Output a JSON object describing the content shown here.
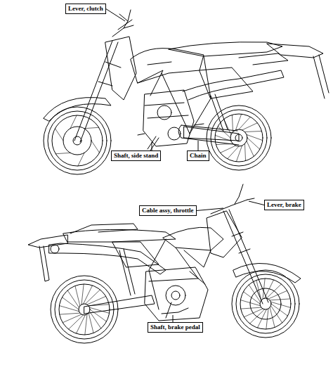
{
  "diagram": {
    "nodes": [
      {
        "text": [
          "Lever, clutch"
        ]
      },
      {
        "text": [
          "Shaft, side stand"
        ]
      },
      {
        "text": [
          "Chain"
        ]
      },
      {
        "text": [
          "Cable assy, throttle"
        ]
      },
      {
        "text": [
          "Lever, brake"
        ]
      },
      {
        "text": [
          "Shaft, brake pedal"
        ]
      }
    ]
  }
}
